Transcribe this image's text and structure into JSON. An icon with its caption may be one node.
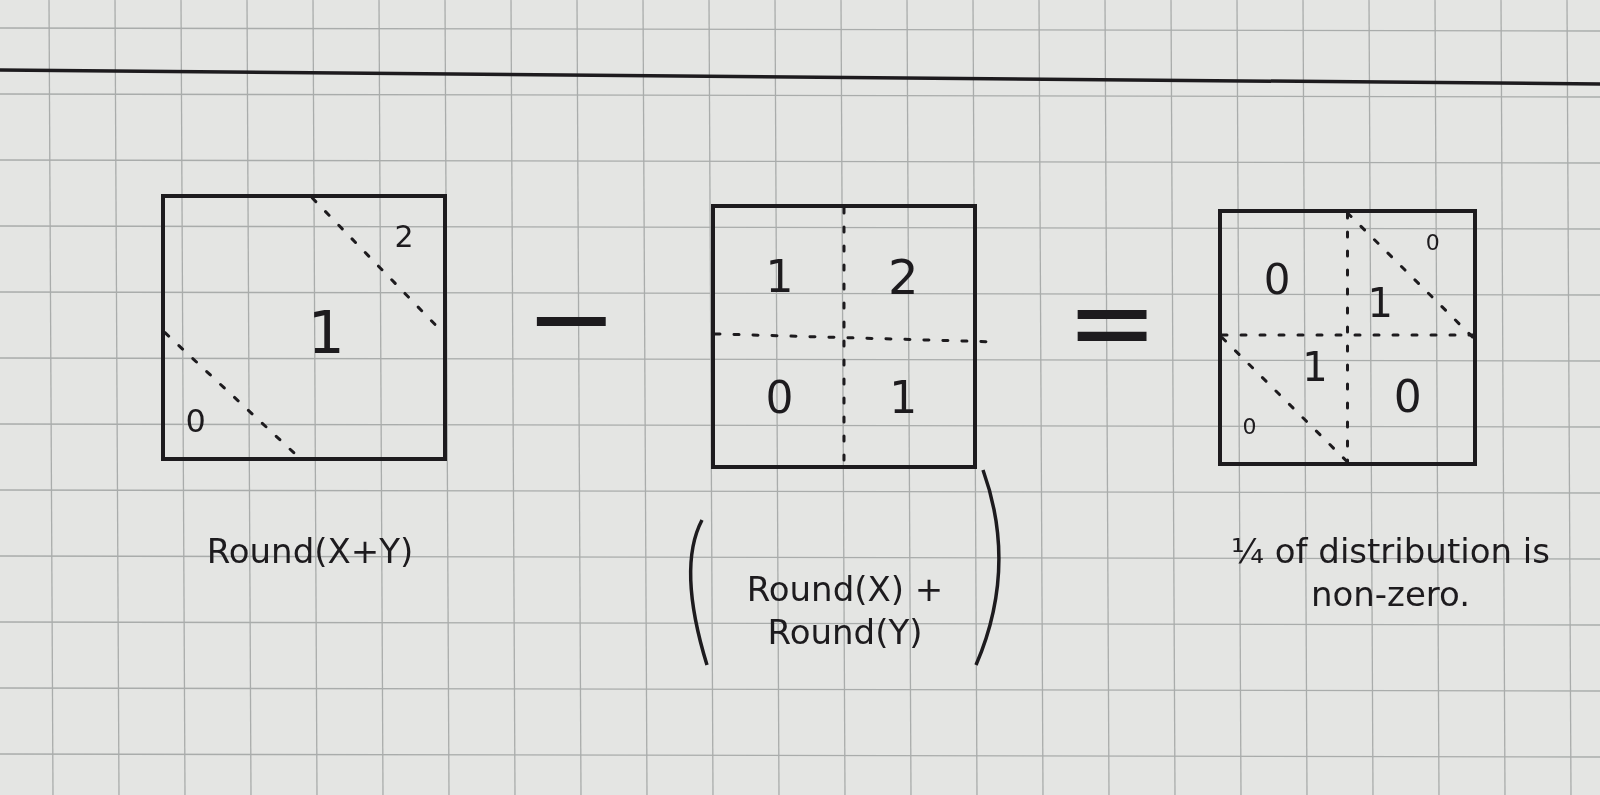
{
  "diagram": {
    "nodes": [
      {
        "text": [
          "2",
          "1",
          "0"
        ],
        "beside": [
          "Round(X+Y)"
        ]
      },
      {
        "text": [
          "1",
          "2",
          "0",
          "1"
        ],
        "beside": [
          "Round(X) + Round(Y)"
        ]
      },
      {
        "text": [
          "0",
          "0",
          "1",
          "1",
          "0",
          "0"
        ],
        "beside": [
          "¼ of distribution is non-zero."
        ]
      }
    ],
    "labels": [
      "−",
      "="
    ]
  }
}
